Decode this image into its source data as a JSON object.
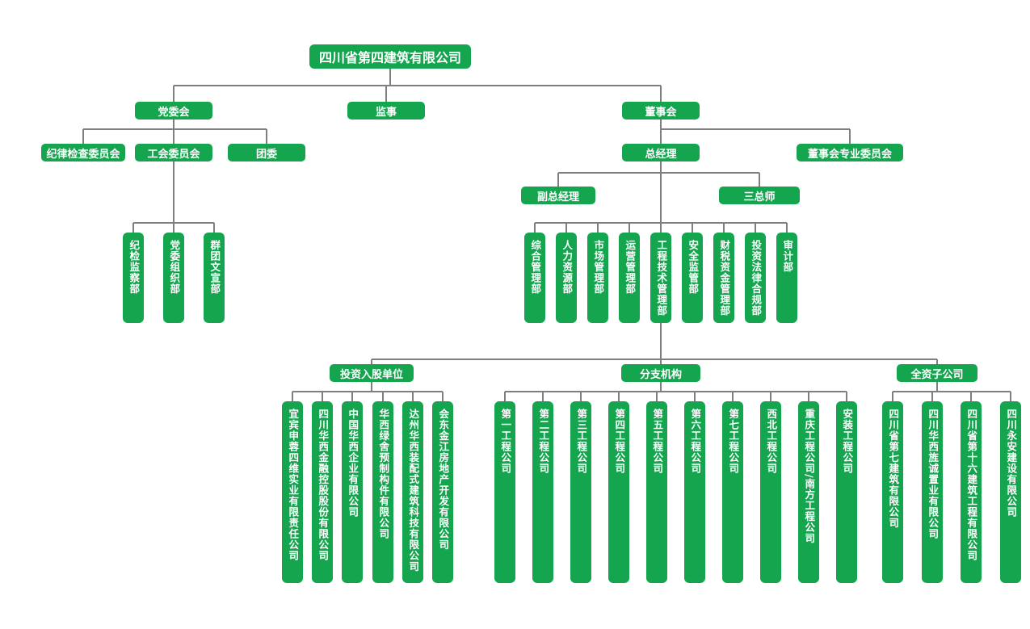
{
  "colors": {
    "node_green": "#15a54f",
    "line_gray": "#7f7f7f",
    "text_white": "#ffffff",
    "background": "#ffffff"
  },
  "root": {
    "label": "四川省第四建筑有限公司"
  },
  "level1": {
    "party_committee": "党委会",
    "supervisor": "监事",
    "board_of_directors": "董事会"
  },
  "party_branch": {
    "discipline_inspection_committee": "纪律检查委员会",
    "labor_union_committee": "工会委员会",
    "youth_league_committee": "团委",
    "departments": [
      "纪检监察部",
      "党委组织部",
      "群团文宣部"
    ]
  },
  "board_branch": {
    "general_manager": "总经理",
    "board_special_committee": "董事会专业委员会",
    "deputy_general_manager": "副总经理",
    "three_chief_engineers": "三总师",
    "departments": [
      "综合管理部",
      "人力资源部",
      "市场管理部",
      "运营管理部",
      "工程技术管理部",
      "安全监管部",
      "财税资金管理部",
      "投资法律合规部",
      "审计部"
    ]
  },
  "groups": {
    "invested_units": {
      "label": "投资入股单位",
      "companies": [
        "宜宾申蓉四维实业有限责任公司",
        "四川华西金融控股股份有限公司",
        "中国华西企业有限公司",
        "华西绿舍预制构件有限公司",
        "达州华西装配式建筑科技有限公司",
        "会东金江房地产开发有限公司"
      ]
    },
    "branch_organizations": {
      "label": "分支机构",
      "companies": [
        "第一工程公司",
        "第二工程公司",
        "第三工程公司",
        "第四工程公司",
        "第五工程公司",
        "第六工程公司",
        "第七工程公司",
        "西北工程公司",
        "重庆工程公司/南方工程公司",
        "安装工程公司"
      ]
    },
    "wholly_owned_subsidiaries": {
      "label": "全资子公司",
      "companies": [
        "四川省第七建筑有限公司",
        "四川华西旌诚置业有限公司",
        "四川省第十六建筑工程有限公司",
        "四川永安建设有限公司"
      ]
    }
  }
}
